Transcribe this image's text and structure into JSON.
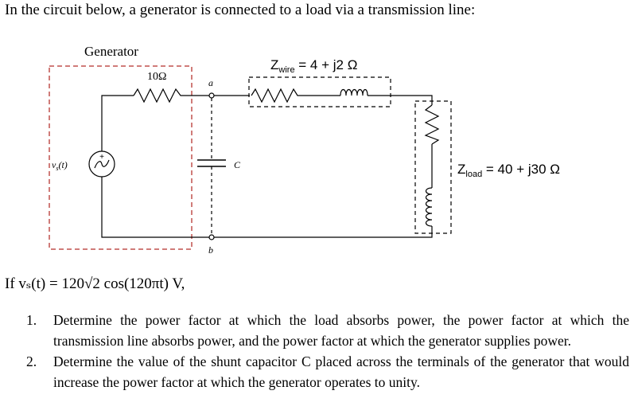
{
  "intro": "In the circuit below, a generator is connected to a load via a transmission line:",
  "circuit": {
    "generator_label": "Generator",
    "resistor_label": "10Ω",
    "source_label": "v",
    "source_sub": "s",
    "source_arg": "(t)",
    "node_a": "a",
    "node_b": "b",
    "capacitor_label": "C",
    "zwire_label": "Z",
    "zwire_sub": "wire",
    "zwire_value": " = 4 + j2 Ω",
    "zload_label": "Z",
    "zload_sub": "load",
    "zload_value": " = 40 + j30 Ω"
  },
  "given": "If vₛ(t) = 120√2 cos(120πt) V,",
  "questions": [
    {
      "num": "1.",
      "text": "Determine the power factor at which the load absorbs power, the power factor at which the transmission line absorbs power, and the power factor at which the generator supplies power."
    },
    {
      "num": "2.",
      "text": "Determine the value of the shunt capacitor C placed across the terminals of the generator that would increase the power factor at which the generator operates to unity."
    }
  ]
}
